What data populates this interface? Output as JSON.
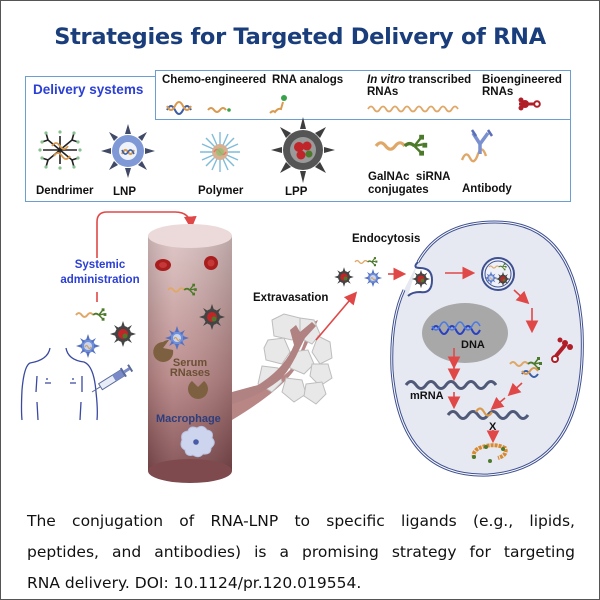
{
  "title": "Strategies for Targeted Delivery of RNA",
  "delivery_panel": {
    "label": "Delivery systems",
    "rna_types": [
      {
        "label": "Chemo-engineered RNA analogs",
        "part1": "Chemo-engineered",
        "part2": "RNA analogs"
      },
      {
        "label": "In vitro transcribed RNAs",
        "italic": "In vitro",
        "rest": " transcribed",
        "line2": "RNAs"
      },
      {
        "label": "Bioengineered RNAs",
        "line1": "Bioengineered",
        "line2": "RNAs"
      }
    ],
    "systems": [
      {
        "label": "Dendrimer",
        "icon": "dendrimer-icon"
      },
      {
        "label": "LNP",
        "icon": "lnp-icon"
      },
      {
        "label": "Polymer",
        "icon": "polymer-icon"
      },
      {
        "label": "LPP",
        "icon": "lpp-icon"
      },
      {
        "label": "GalNAc siRNA conjugates",
        "line1": "GalNAc  siRNA",
        "line2": "conjugates",
        "icon": "galnac-icon"
      },
      {
        "label": "Antibody",
        "icon": "antibody-icon"
      }
    ]
  },
  "process": {
    "systemic_line1": "Systemic",
    "systemic_line2": "administration",
    "serum_line1": "Serum",
    "serum_line2": "RNases",
    "macrophage": "Macrophage",
    "extravasation": "Extravasation",
    "endocytosis": "Endocytosis",
    "dna": "DNA",
    "mrna": "mRNA",
    "block_mark": "X"
  },
  "caption": {
    "line1": "The conjugation of RNA-LNP to specific ligands (e.g., lipids,",
    "line2": "peptides, and antibodies) is a promising strategy for targeting",
    "line3": "RNA delivery. DOI: 10.1124/pr.120.019554."
  },
  "colors": {
    "title": "#1a3d7c",
    "accent_blue": "#2b3fd4",
    "arrow_red": "#e04848",
    "vessel": "#b98686",
    "cell": "#e6e9f2"
  }
}
